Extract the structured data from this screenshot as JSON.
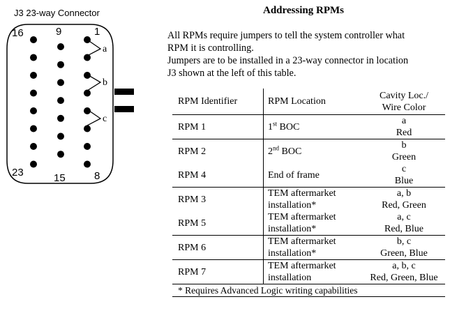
{
  "connector": {
    "label": "J3 23-way Connector",
    "pin_numbers": {
      "top_left": "16",
      "top_middle": "9",
      "top_right": "1",
      "bottom_left": "23",
      "bottom_middle": "15",
      "bottom_right": "8"
    },
    "jumper_labels": [
      "a",
      "b",
      "c"
    ]
  },
  "section": {
    "title": "Addressing RPMs",
    "intro_lines": [
      "All RPMs require jumpers to tell the system controller what",
      "RPM it is controlling.",
      "Jumpers are to be installed in a 23-way connector in location",
      "J3 shown at the left of this table."
    ]
  },
  "table": {
    "headers": {
      "identifier": "RPM Identifier",
      "location": "RPM Location",
      "cavity_line1": "Cavity Loc./",
      "cavity_line2": "Wire Color"
    },
    "rows": [
      {
        "id": "RPM 1",
        "loc1": "1",
        "loc_sup": "st",
        "loc2": " BOC",
        "cav": "a",
        "color": "Red"
      },
      {
        "id": "RPM 2",
        "loc1": "2",
        "loc_sup": "nd",
        "loc2": " BOC",
        "cav": "b",
        "color": "Green"
      },
      {
        "id": "RPM 4",
        "loc1": "End of frame",
        "cav": "c",
        "color": "Blue"
      },
      {
        "id": "RPM 3",
        "loc1": "TEM aftermarket",
        "loc2": "installation*",
        "cav": "a, b",
        "color": "Red, Green"
      },
      {
        "id": "RPM 5",
        "loc1": "TEM aftermarket",
        "loc2": "installation*",
        "cav": "a, c",
        "color": "Red, Blue"
      },
      {
        "id": "RPM 6",
        "loc1": "TEM aftermarket",
        "loc2": "installation*",
        "cav": "b, c",
        "color": "Green, Blue"
      },
      {
        "id": "RPM 7",
        "loc1": "TEM aftermarket",
        "loc2": "installation",
        "cav": "a, b, c",
        "color": "Red, Green, Blue"
      }
    ],
    "footnote": "*  Requires Advanced Logic writing capabilities"
  }
}
